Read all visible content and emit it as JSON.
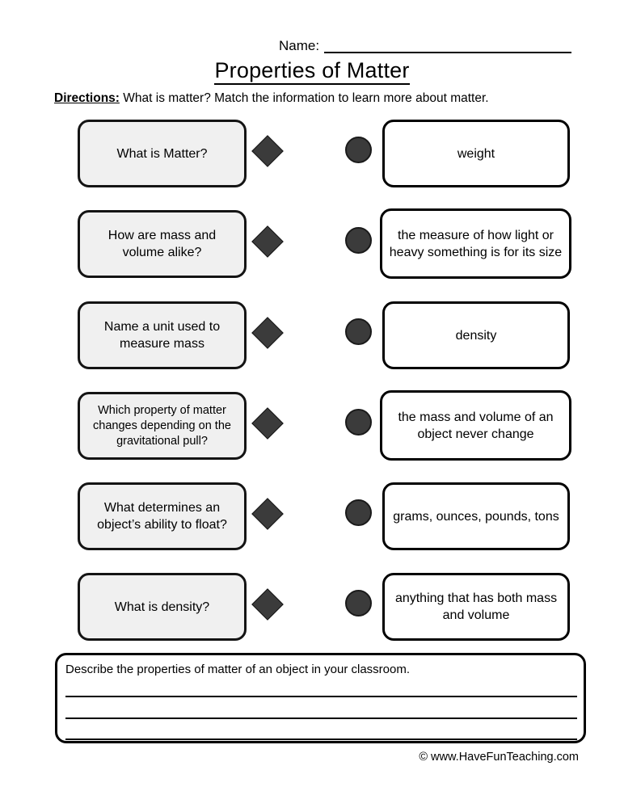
{
  "header": {
    "name_label": "Name:",
    "title": "Properties of Matter",
    "directions_label": "Directions:",
    "directions_text": "What is matter?  Match the information to learn more about matter."
  },
  "match_activity": {
    "questions": [
      {
        "text": "What is Matter?",
        "marker": "diamond-marker"
      },
      {
        "text": "How are mass and volume alike?",
        "marker": "diamond-marker"
      },
      {
        "text": "Name a unit used to measure mass",
        "marker": "diamond-marker"
      },
      {
        "text": "Which property of matter changes depending on the gravitational pull?",
        "marker": "diamond-marker"
      },
      {
        "text": "What determines an object’s ability to float?",
        "marker": "diamond-marker"
      },
      {
        "text": "What is density?",
        "marker": "diamond-marker"
      }
    ],
    "answers": [
      {
        "text": "weight",
        "marker": "circle-marker"
      },
      {
        "text": "the measure of how light or heavy something is for its size",
        "marker": "circle-marker"
      },
      {
        "text": "density",
        "marker": "circle-marker"
      },
      {
        "text": "the mass and volume of an object never change",
        "marker": "circle-marker"
      },
      {
        "text": "grams, ounces, pounds, tons",
        "marker": "circle-marker"
      },
      {
        "text": "anything that has both mass and volume",
        "marker": "circle-marker"
      }
    ]
  },
  "response_section": {
    "prompt": "Describe the properties of matter of an object in your classroom.",
    "line_count": 3
  },
  "footer": {
    "credit": "© www.HaveFunTeaching.com"
  },
  "colors": {
    "page_background": "#ffffff",
    "question_box_fill": "#f0f0f0",
    "question_box_border": "#141414",
    "answer_box_fill": "#ffffff",
    "answer_box_border": "#000000",
    "marker_fill": "#3b3b3b",
    "text": "#000000"
  }
}
